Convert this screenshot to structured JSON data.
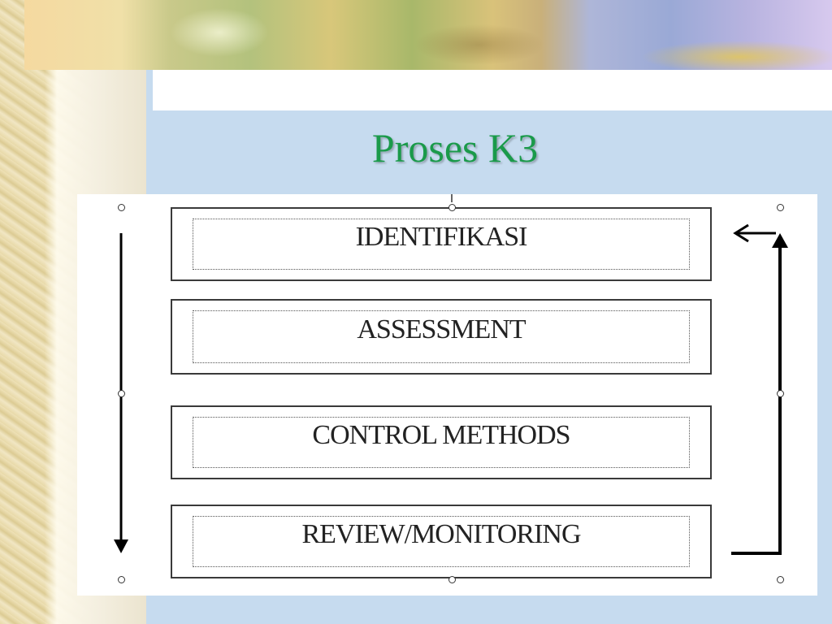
{
  "slide": {
    "title": "Proses K3"
  },
  "diagram": {
    "steps": [
      {
        "label": "IDENTIFIKASI"
      },
      {
        "label": "ASSESSMENT"
      },
      {
        "label": "CONTROL METHODS"
      },
      {
        "label": "REVIEW/MONITORING"
      }
    ]
  },
  "colors": {
    "title": "#1a9a4a",
    "background": "#c6dbef",
    "box_border": "#3a3a3a"
  }
}
